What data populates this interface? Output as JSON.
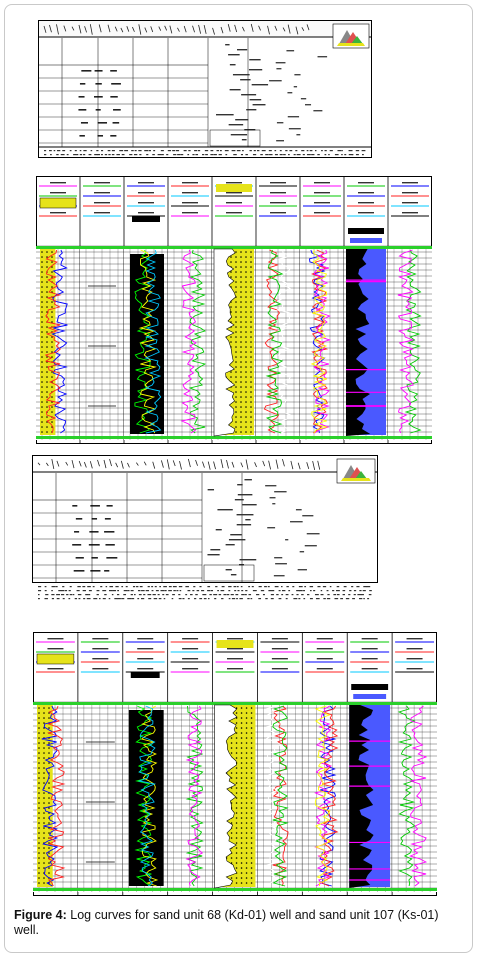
{
  "figure": {
    "label": "Figure 4:",
    "caption": "Log curves for sand unit 68 (Kd-01) well and sand unit 107 (Ks-01) well."
  },
  "panels": [
    {
      "name": "kd01-header-sheet",
      "kind": "header"
    },
    {
      "name": "kd01-log-curves",
      "kind": "log",
      "tracks": 9
    },
    {
      "name": "ks01-header-sheet",
      "kind": "header"
    },
    {
      "name": "ks01-log-curves",
      "kind": "log",
      "tracks": 9
    }
  ],
  "colors": {
    "sand": "#e6e31a",
    "grid_green": "#2bd02b",
    "blue_track": "#4a59ff",
    "black_fill": "#000000",
    "magenta": "#ff00ff",
    "red": "#ff2020",
    "cyan": "#00c8ff",
    "yellow": "#ffff00"
  }
}
